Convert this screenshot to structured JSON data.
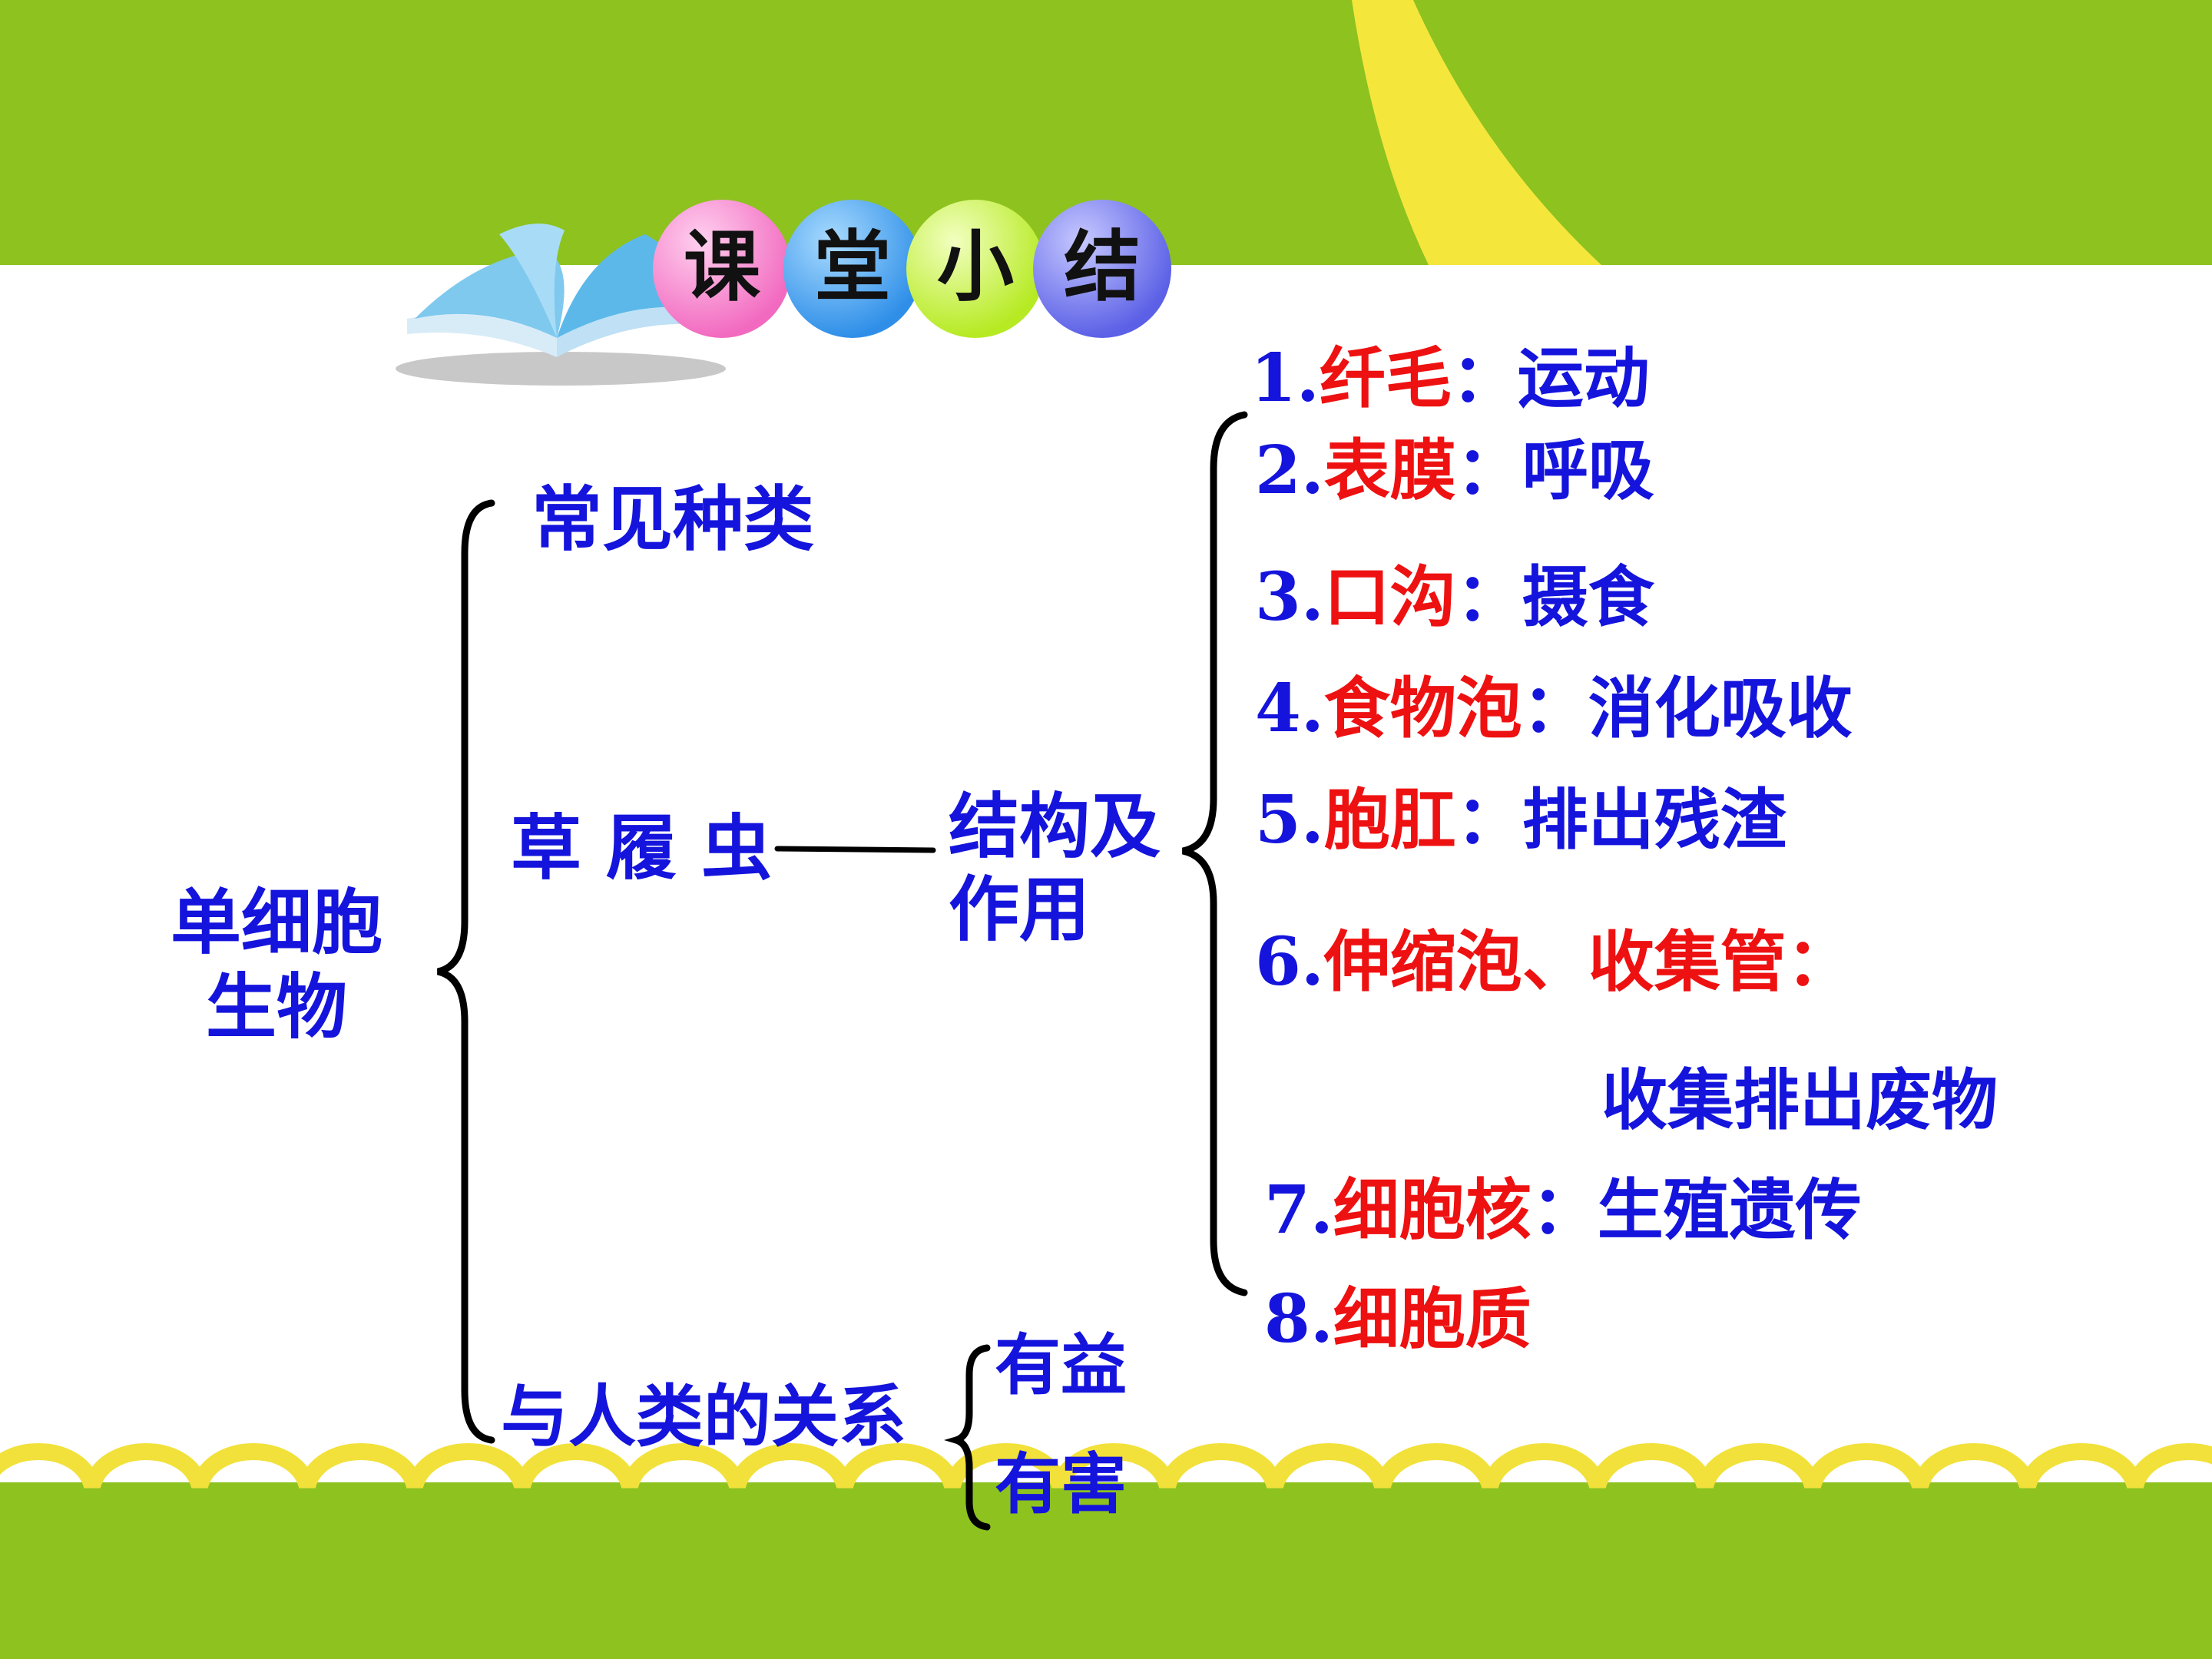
{
  "header": {
    "title_chars": [
      "课",
      "堂",
      "小",
      "结"
    ],
    "ball_colors": [
      "#f26ac0",
      "#2f8fe8",
      "#b6ea22",
      "#5b60e6"
    ]
  },
  "colors": {
    "top_band": "#8dc21f",
    "bottom_band": "#8dc21f",
    "yellow_arc": "#f5e63c",
    "wave": "#f2e13a",
    "text_blue": "#1414dc",
    "text_red": "#ee1111"
  },
  "icons": [
    "open-book-icon"
  ],
  "diagram": {
    "root": [
      "单细胞",
      "生物"
    ],
    "branches": {
      "types": "常见种类",
      "paramecium": "草 履 虫",
      "relation": "与人类的关系"
    },
    "structure_label": [
      "结构及",
      "作用"
    ],
    "structures": [
      {
        "num": "1.",
        "part": "纤毛",
        "sep": "：",
        "func": "运动"
      },
      {
        "num": "2.",
        "part": "表膜",
        "sep": "：",
        "func": "呼吸"
      },
      {
        "num": "3.",
        "part": "口沟",
        "sep": "：",
        "func": "摄食"
      },
      {
        "num": "4.",
        "part": "食物泡",
        "sep": "：",
        "func": "消化吸收"
      },
      {
        "num": "5.",
        "part": "胞肛",
        "sep": "：",
        "func": "排出残渣"
      },
      {
        "num": "6.",
        "part": "伸缩泡、收集管",
        "sep": "：",
        "func": "收集排出废物"
      },
      {
        "num": "7.",
        "part": "细胞核",
        "sep": "：",
        "func": "生殖遗传"
      },
      {
        "num": "8.",
        "part": "细胞质",
        "sep": "",
        "func": ""
      }
    ],
    "relation_items": [
      "有益",
      "有害"
    ]
  }
}
